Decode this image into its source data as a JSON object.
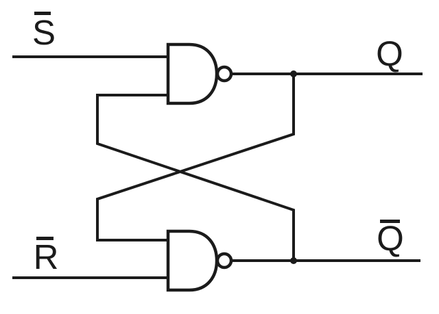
{
  "diagram": {
    "kind": "logic-circuit",
    "background": "#ffffff",
    "line_color": "#1b1b1b",
    "labels": {
      "s_input": {
        "text": "S",
        "overbar": true
      },
      "r_input": {
        "text": "R",
        "overbar": true
      },
      "q_output": {
        "text": "Q",
        "overbar": false
      },
      "q_bar_output": {
        "text": "Q",
        "overbar": true
      }
    },
    "gates": [
      {
        "id": "top",
        "type": "NAND",
        "inverting_bubble": true
      },
      {
        "id": "bottom",
        "type": "NAND",
        "inverting_bubble": true
      }
    ],
    "junction_dots": 2
  }
}
